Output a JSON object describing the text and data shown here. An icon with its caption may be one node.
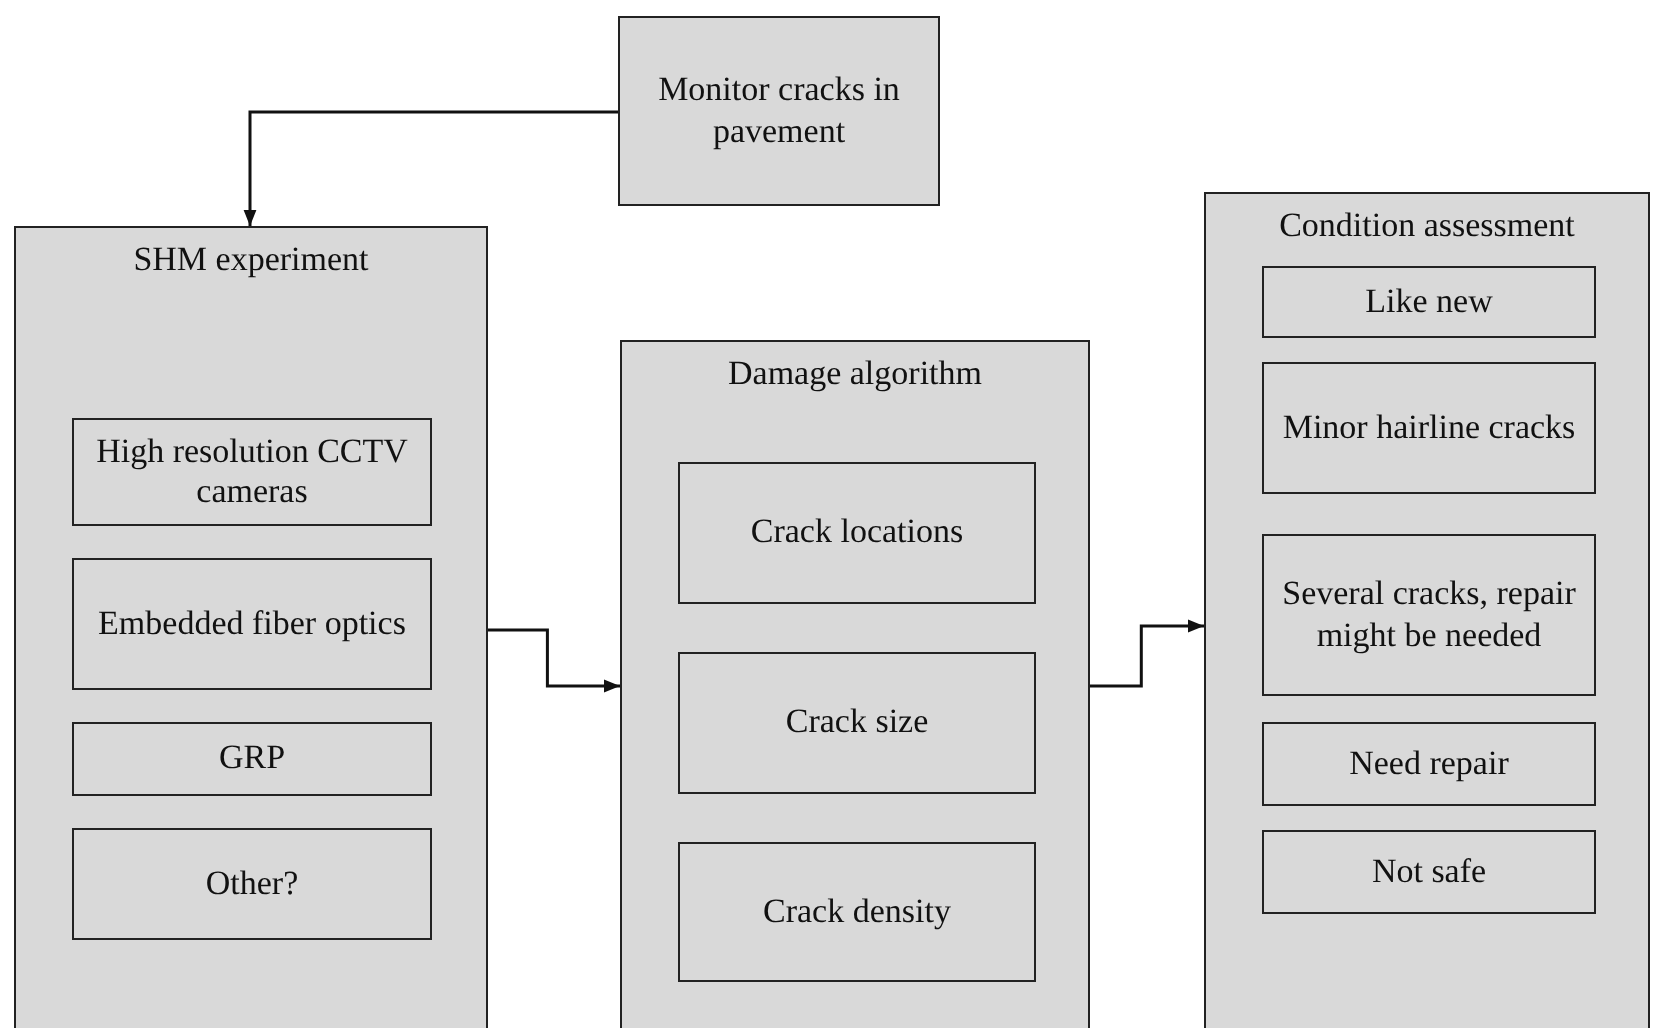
{
  "diagram": {
    "nodes": [
      {
        "text": [
          "Monitor cracks in pavement"
        ]
      },
      {
        "text": [
          "SHM experiment"
        ]
      },
      {
        "text": [
          "High resolution CCTV cameras"
        ],
        "in": 1
      },
      {
        "text": [
          "Embedded fiber optics"
        ],
        "in": 1
      },
      {
        "text": [
          "GRP"
        ],
        "in": 1
      },
      {
        "text": [
          "Other?"
        ],
        "in": 1
      },
      {
        "text": [
          "Damage algorithm"
        ]
      },
      {
        "text": [
          "Crack locations"
        ],
        "in": 6
      },
      {
        "text": [
          "Crack size"
        ],
        "in": 6
      },
      {
        "text": [
          "Crack density"
        ],
        "in": 6
      },
      {
        "text": [
          "Condition assessment"
        ]
      },
      {
        "text": [
          "Like new"
        ],
        "in": 10
      },
      {
        "text": [
          "Minor hairline cracks"
        ],
        "in": 10
      },
      {
        "text": [
          "Several cracks, repair might be needed"
        ],
        "in": 10
      },
      {
        "text": [
          "Need repair"
        ],
        "in": 10
      },
      {
        "text": [
          "Not safe"
        ],
        "in": 10
      }
    ],
    "edges": [
      {
        "from": 0,
        "to": 1,
        "arrow": "to"
      },
      {
        "from": 1,
        "to": 6,
        "arrow": "to"
      },
      {
        "from": 6,
        "to": 10,
        "arrow": "to"
      }
    ]
  }
}
